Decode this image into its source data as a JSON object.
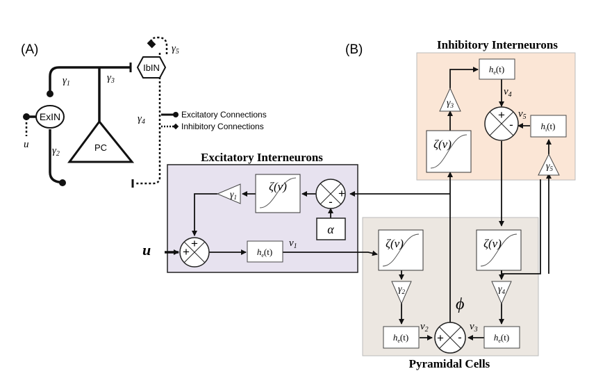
{
  "panel_a": {
    "label": "(A)",
    "nodes": {
      "exin": "ExIN",
      "ibin": "IbIN",
      "pc": "PC"
    },
    "input": "u",
    "gains": {
      "g1": "γ",
      "g1_sub": "1",
      "g2": "γ",
      "g2_sub": "2",
      "g3": "γ",
      "g3_sub": "3",
      "g4": "γ",
      "g4_sub": "4",
      "g5": "γ",
      "g5_sub": "5"
    },
    "legend": {
      "excitatory": "Excitatory Connections",
      "inhibitory": "Inhibitory Connections"
    }
  },
  "panel_b": {
    "label": "(B)",
    "groups": {
      "excitatory": "Excitatory Interneurons",
      "inhibitory": "Inhibitory Interneurons",
      "pyramidal": "Pyramidal Cells"
    },
    "colors": {
      "excitatory_bg": "#e7e2ef",
      "inhibitory_bg": "#fbe6d6",
      "pyramidal_bg": "#ece7e1"
    },
    "input": "u",
    "sigmoid": "ζ(ν)",
    "he": "h",
    "he_sub": "e",
    "hi_sub": "i",
    "ht": "(t)",
    "alpha": "α",
    "phi": "ϕ",
    "signs": {
      "plus": "+",
      "minus": "-"
    },
    "gamma": "γ",
    "gamma_subs": {
      "g1": "1",
      "g2": "2",
      "g3": "3",
      "g4": "4",
      "g5": "5"
    },
    "v": "v",
    "v_subs": {
      "v1": "1",
      "v2": "2",
      "v3": "3",
      "v4": "4",
      "v5": "5"
    }
  }
}
